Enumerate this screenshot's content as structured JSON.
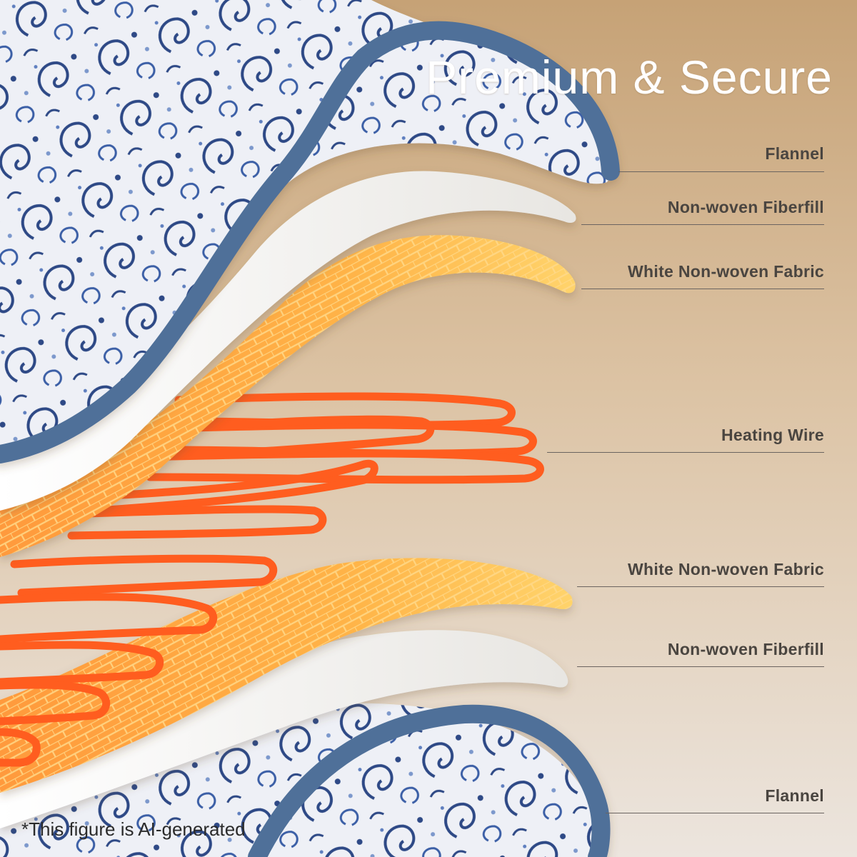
{
  "title": "Premium & Secure",
  "layers": [
    {
      "label": "Flannel"
    },
    {
      "label": "Non-woven Fiberfill"
    },
    {
      "label": "White Non-woven Fabric"
    },
    {
      "label": "Heating Wire"
    },
    {
      "label": "White Non-woven Fabric"
    },
    {
      "label": "Non-woven Fiberfill"
    },
    {
      "label": "Flannel"
    }
  ],
  "footnote": "*This figure is AI-generated",
  "colors": {
    "background_top": "#c9a47a",
    "background_bottom": "#ebe4dc",
    "flannel_trim": "#4f6f99",
    "fiberfill": "#f3f2ef",
    "fabric": "#f5b84a",
    "heating_wire": "#ff5d1f"
  }
}
